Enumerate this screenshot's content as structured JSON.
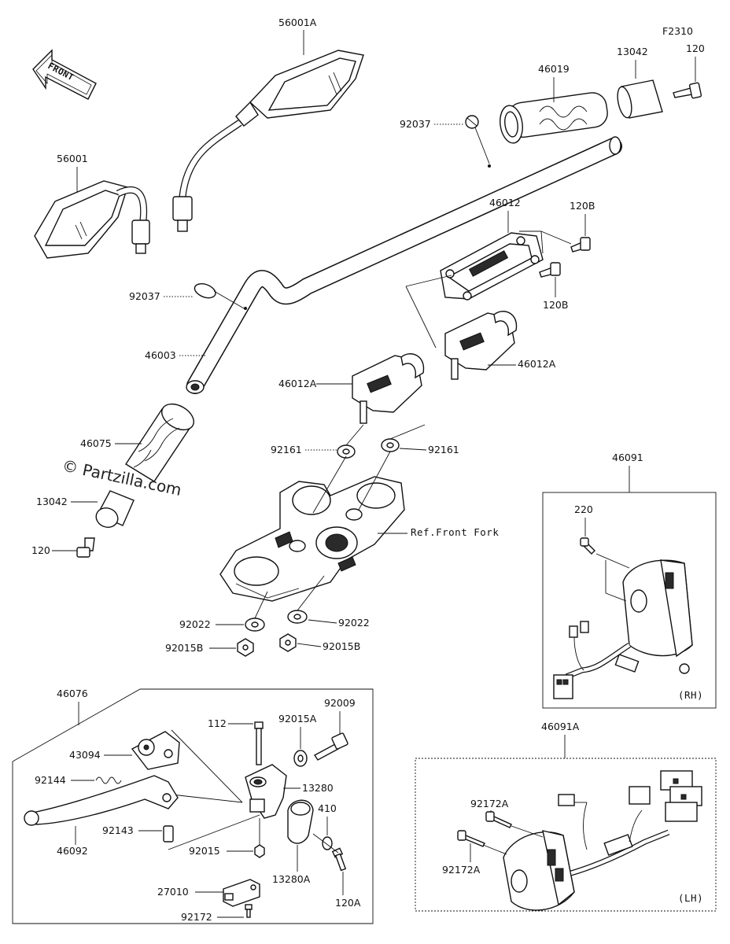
{
  "figure_code": "F2310",
  "front_label": "FRONT",
  "watermark": "© Partzilla.com",
  "ref_front_fork": "Ref.Front Fork",
  "box_rh_tag": "(RH)",
  "box_lh_tag": "(LH)",
  "labels": {
    "p56001A": "56001A",
    "p56001": "56001",
    "p92037_top": "92037",
    "p46019": "46019",
    "p13042_top": "13042",
    "p120_top": "120",
    "p92037_left": "92037",
    "p46003": "46003",
    "p46012": "46012",
    "p120B_top": "120B",
    "p120B_bottom": "120B",
    "p46012A_left": "46012A",
    "p46012A_right": "46012A",
    "p46075": "46075",
    "p92161_left": "92161",
    "p92161_right": "92161",
    "p13042_left": "13042",
    "p120_left": "120",
    "p92022_left": "92022",
    "p92022_right": "92022",
    "p92015B_left": "92015B",
    "p92015B_right": "92015B",
    "p46091": "46091",
    "p220": "220",
    "p46076": "46076",
    "p112": "112",
    "p92015A": "92015A",
    "p92009": "92009",
    "p43094": "43094",
    "p92144": "92144",
    "p13280": "13280",
    "p410": "410",
    "p92143": "92143",
    "p46092": "46092",
    "p92015": "92015",
    "p13280A": "13280A",
    "p120A": "120A",
    "p27010": "27010",
    "p92172": "92172",
    "p46091A": "46091A",
    "p92172A_top": "92172A",
    "p92172A_bottom": "92172A"
  }
}
